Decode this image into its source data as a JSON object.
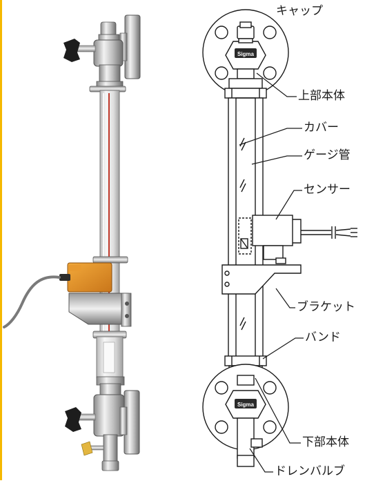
{
  "labels": {
    "cap": "キャップ",
    "upper_body": "上部本体",
    "cover": "カバー",
    "gauge_tube": "ゲージ管",
    "sensor": "センサー",
    "bracket": "ブラケット",
    "band": "バンド",
    "lower_body": "下部本体",
    "drain_valve": "ドレンバルブ"
  },
  "brand_mark": "Sigma",
  "colors": {
    "edge_accent": "#f5b800",
    "sensor_orange": "#e69324",
    "steel_dark": "#3a3a3a",
    "steel_light": "#d9d9d9",
    "tube_red": "#c0392b",
    "cable": "#7a7a7a",
    "line": "#1a1a1a"
  }
}
